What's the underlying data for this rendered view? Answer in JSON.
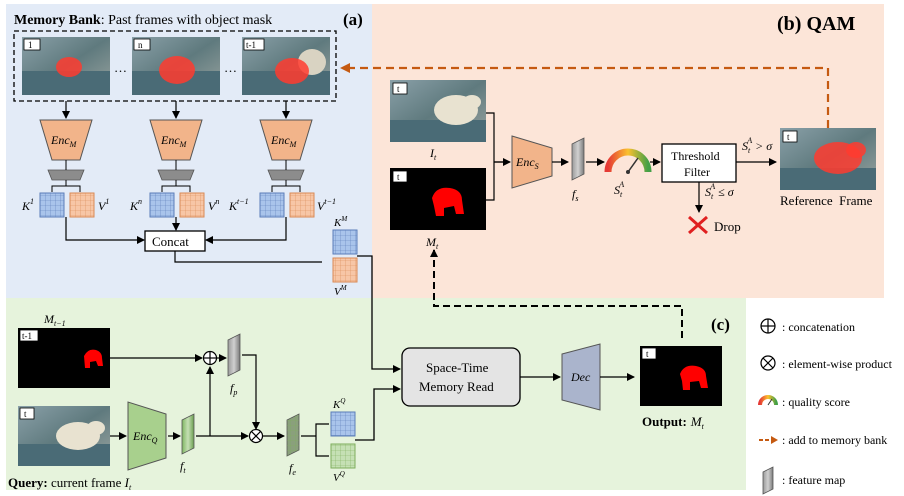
{
  "panels": {
    "a": {
      "label": "(a)",
      "title_bold": "Memory Bank",
      "title_rest": ": Past frames with object mask"
    },
    "b": {
      "label": "(b) QAM"
    },
    "c": {
      "label": "(c)"
    }
  },
  "memory_bank": {
    "frames": [
      "1",
      "n",
      "t-1"
    ],
    "ellipsis": "…",
    "encoder": "Enc",
    "encoder_sub": "M",
    "keys": [
      {
        "k": "K",
        "k_sup": "1",
        "v": "V",
        "v_sup": "1"
      },
      {
        "k": "K",
        "k_sup": "n",
        "v": "V",
        "v_sup": "n"
      },
      {
        "k": "K",
        "k_sup": "t−1",
        "v": "V",
        "v_sup": "t−1"
      }
    ],
    "concat": "Concat",
    "km": "K",
    "km_sup": "M",
    "vm": "V",
    "vm_sup": "M"
  },
  "qam": {
    "frame_tag": "t",
    "it": "I",
    "it_sub": "t",
    "mt": "M",
    "mt_sub": "t",
    "encoder": "Enc",
    "encoder_sub": "S",
    "fs": "f",
    "fs_sub": "s",
    "score": "S",
    "score_sub": "t",
    "score_sup": "A",
    "threshold": [
      "Threshold",
      "Filter"
    ],
    "cond_above": "S",
    "cond_above_sub": "t",
    "cond_above_sup": "A",
    "cond_above_op": " > σ",
    "cond_below": "S",
    "cond_below_sub": "t",
    "cond_below_sup": "A",
    "cond_below_op": " ≤ σ",
    "drop": "Drop",
    "reference": "Reference  Frame"
  },
  "query": {
    "mask_tag": "t-1",
    "mask_label": "M",
    "mask_label_sub": "t−1",
    "frame_tag": "t",
    "encoder": "Enc",
    "encoder_sub": "Q",
    "ft": "f",
    "ft_sub": "t",
    "fp": "f",
    "fp_sub": "p",
    "fe": "f",
    "fe_sub": "e",
    "kq": "K",
    "kq_sup": "Q",
    "vq": "V",
    "vq_sup": "Q",
    "stm": [
      "Space-Time",
      "Memory Read"
    ],
    "decoder": "Dec",
    "output_tag": "t",
    "output_bold": "Output:",
    "output_m": "M",
    "output_m_sub": "t",
    "caption_bold": "Query:",
    "caption_rest": " current frame ",
    "caption_i": "I",
    "caption_i_sub": "t"
  },
  "legend": [
    {
      "icon": "concat-icon",
      "text": ": concatenation"
    },
    {
      "icon": "product-icon",
      "text": ": element-wise product"
    },
    {
      "icon": "quality-icon",
      "text": ": quality score"
    },
    {
      "icon": "arrow-icon",
      "text": ": add to memory bank"
    },
    {
      "icon": "featuremap-icon",
      "text": ": feature map"
    }
  ],
  "colors": {
    "panel_a_bg": "#e3ebf7",
    "panel_b_bg": "#fce5d8",
    "panel_c_bg": "#e6f3dc",
    "encoder_m": "#f2b48a",
    "encoder_q": "#a8d08d",
    "decoder": "#aab4cc",
    "key_blue": "#a9c4eb",
    "value_orange": "#f7c6a6",
    "value_green": "#c5e0b4",
    "memory_arrow": "#c55a11",
    "mask_red": "#ff0000"
  }
}
